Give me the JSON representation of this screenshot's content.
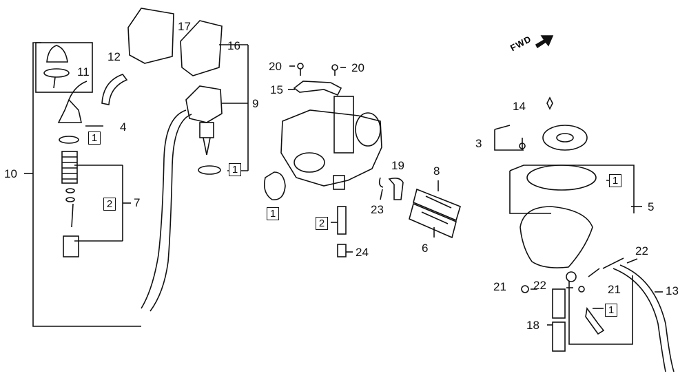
{
  "diagram": {
    "direction_label": "FWD",
    "callouts": [
      "1",
      "2",
      "3",
      "4",
      "5",
      "6",
      "7",
      "8",
      "9",
      "10",
      "11",
      "12",
      "13",
      "14",
      "15",
      "16",
      "17",
      "18",
      "19",
      "20",
      "21",
      "22",
      "23",
      "24"
    ]
  }
}
